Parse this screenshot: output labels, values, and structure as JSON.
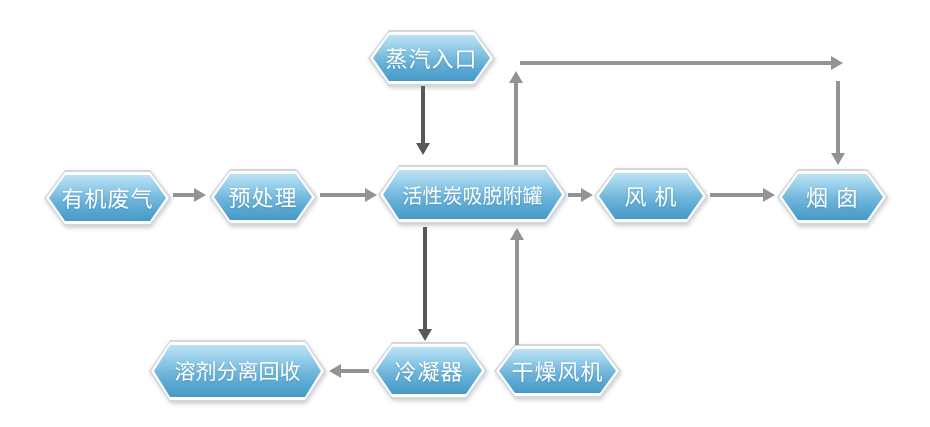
{
  "diagram": {
    "type": "flowchart",
    "description": "Organic waste gas activated-carbon adsorption/desorption treatment process flow",
    "nodes": [
      {
        "id": "steam-inlet",
        "label": "蒸汽入口"
      },
      {
        "id": "organic-waste-gas",
        "label": "有机废气"
      },
      {
        "id": "pretreatment",
        "label": "预处理"
      },
      {
        "id": "carbon-tank",
        "label": "活性炭吸脱附罐"
      },
      {
        "id": "fan",
        "label": "风 机"
      },
      {
        "id": "chimney",
        "label": "烟 囱"
      },
      {
        "id": "condenser",
        "label": "冷凝器"
      },
      {
        "id": "solvent-recovery",
        "label": "溶剂分离回收"
      },
      {
        "id": "drying-fan",
        "label": "干燥风机"
      }
    ],
    "edges": [
      {
        "from": "organic-waste-gas",
        "to": "pretreatment",
        "direction": "right",
        "color": "#919396"
      },
      {
        "from": "pretreatment",
        "to": "carbon-tank",
        "direction": "right",
        "color": "#919396"
      },
      {
        "from": "steam-inlet",
        "to": "carbon-tank",
        "direction": "down",
        "color": "#58585a"
      },
      {
        "from": "carbon-tank",
        "to": "fan",
        "direction": "right",
        "color": "#919396"
      },
      {
        "from": "fan",
        "to": "chimney",
        "direction": "right",
        "color": "#919396"
      },
      {
        "from": "carbon-tank",
        "to": "chimney",
        "direction": "up-right-down bypass",
        "color": "#919396"
      },
      {
        "from": "carbon-tank",
        "to": "condenser",
        "direction": "down",
        "color": "#58585a"
      },
      {
        "from": "condenser",
        "to": "solvent-recovery",
        "direction": "left",
        "color": "#919396"
      },
      {
        "from": "drying-fan",
        "to": "carbon-tank",
        "direction": "up",
        "color": "#919396"
      }
    ],
    "colors": {
      "background": "#ffffff",
      "node_fill_top": "#bce2f3",
      "node_fill_bottom": "#4c9cc9",
      "node_border_outer": "#d3d7da",
      "node_border_inner": "#ffffff",
      "node_text": "#ffffff",
      "arrow_gray": "#919396",
      "arrow_dark": "#58585a"
    }
  }
}
